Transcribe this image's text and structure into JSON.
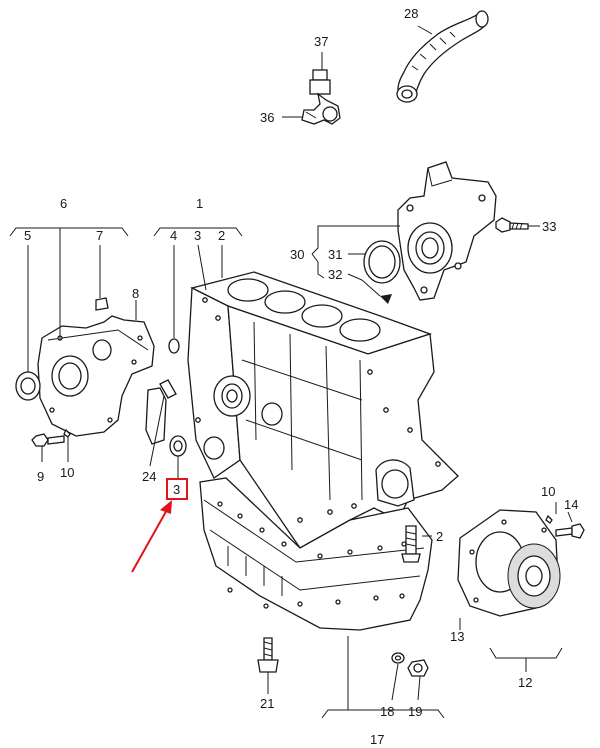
{
  "callouts": {
    "n1": "1",
    "n2a": "2",
    "n2b": "2",
    "n3a": "3",
    "n3b": "3",
    "n4": "4",
    "n5": "5",
    "n6": "6",
    "n7": "7",
    "n8": "8",
    "n9": "9",
    "n10a": "10",
    "n10b": "10",
    "n12": "12",
    "n13": "13",
    "n14": "14",
    "n17": "17",
    "n18": "18",
    "n19": "19",
    "n21": "21",
    "n24": "24",
    "n28": "28",
    "n30": "30",
    "n31": "31",
    "n32": "32",
    "n33": "33",
    "n36": "36",
    "n37": "37"
  },
  "highlight": {
    "color": "#e0151b",
    "target": "3"
  },
  "line_color": "#1a1a1a"
}
